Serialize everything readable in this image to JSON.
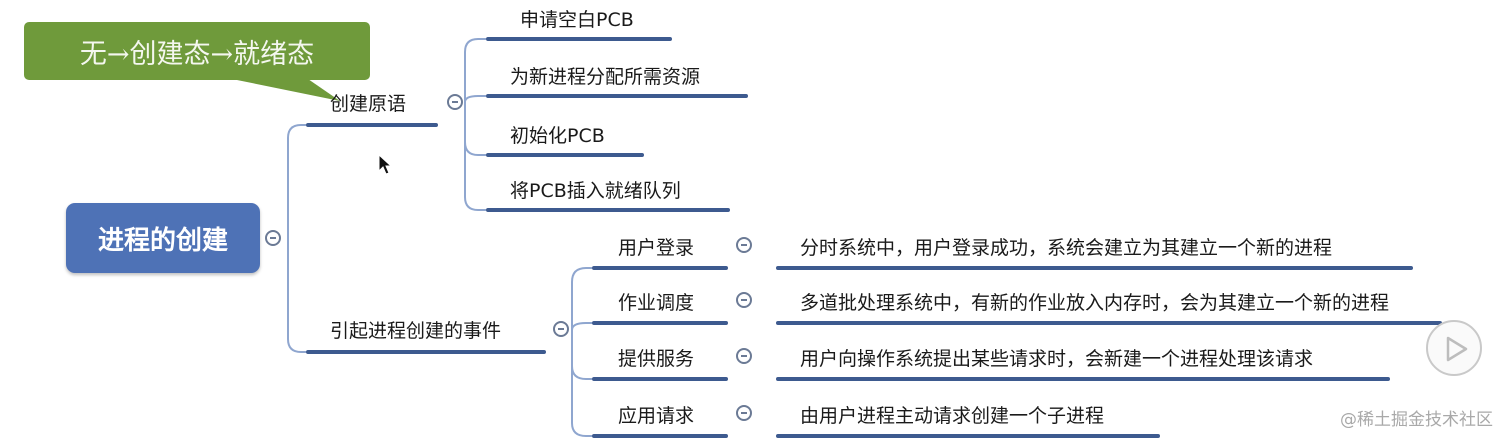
{
  "callout": {
    "text": "无→创建态→就绪态"
  },
  "root": {
    "label": "进程的创建"
  },
  "branch_primitive": {
    "label": "创建原语",
    "items": [
      "申请空白PCB",
      "为新进程分配所需资源",
      "初始化PCB",
      "将PCB插入就绪队列"
    ]
  },
  "branch_events": {
    "label": "引起进程创建的事件",
    "items": [
      {
        "label": "用户登录",
        "detail": "分时系统中，用户登录成功，系统会建立为其建立一个新的进程"
      },
      {
        "label": "作业调度",
        "detail": "多道批处理系统中，有新的作业放入内存时，会为其建立一个新的进程"
      },
      {
        "label": "提供服务",
        "detail": "用户向操作系统提出某些请求时，会新建一个进程处理该请求"
      },
      {
        "label": "应用请求",
        "detail": "由用户进程主动请求创建一个子进程"
      }
    ]
  },
  "watermark": "@稀土掘金技术社区",
  "colors": {
    "root_fill": "#4e72b6",
    "callout_fill": "#6f9a3b",
    "line": "#3d5a8f"
  }
}
